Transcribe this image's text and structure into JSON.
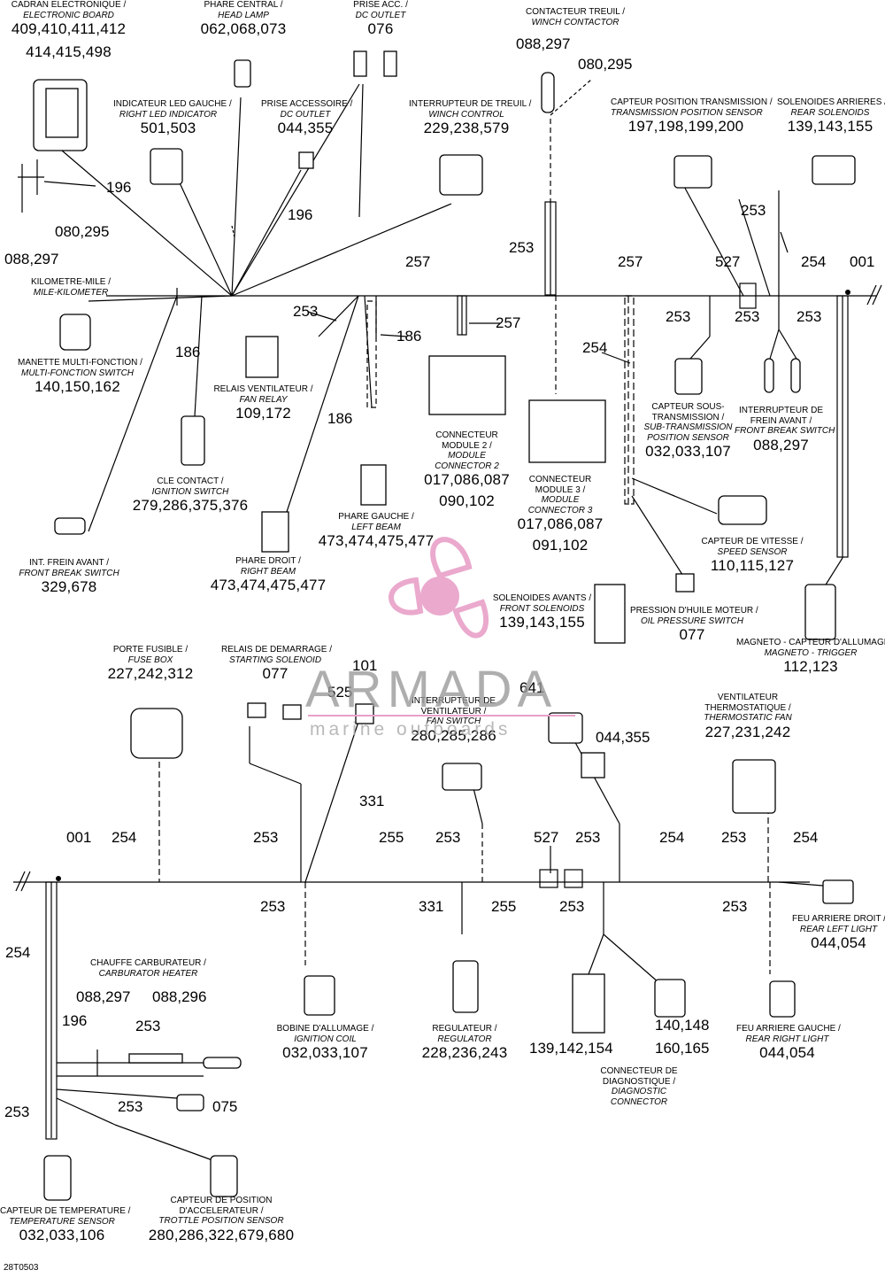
{
  "components": {
    "cadran": {
      "fr": "CADRAN ELECTRONIQUE /",
      "en": "ELECTRONIC BOARD",
      "ref1": "409,410,411,412",
      "ref2": "414,415,498"
    },
    "phare_central": {
      "fr": "PHARE CENTRAL /",
      "en": "HEAD LAMP",
      "ref": "062,068,073"
    },
    "prise_acc_top": {
      "fr": "PRISE ACC. /",
      "en": "DC OUTLET",
      "ref": "076"
    },
    "contacteur_treuil": {
      "fr": "CONTACTEUR TREUIL /",
      "en": "WINCH CONTACTOR",
      "ref1": "088,297",
      "ref2": "080,295"
    },
    "indicateur_led": {
      "fr": "INDICATEUR LED GAUCHE /",
      "en": "RIGHT LED INDICATOR",
      "ref": "501,503"
    },
    "prise_accessoire": {
      "fr": "PRISE ACCESSOIRE /",
      "en": "DC OUTLET",
      "ref": "044,355"
    },
    "interrupteur_treuil": {
      "fr": "INTERRUPTEUR DE TREUIL /",
      "en": "WINCH CONTROL",
      "ref": "229,238,579"
    },
    "capteur_transmission": {
      "fr": "CAPTEUR POSITION TRANSMISSION /",
      "en": "TRANSMISSION POSITION SENSOR",
      "ref": "197,198,199,200"
    },
    "solenoides_arrieres": {
      "fr": "SOLENOIDES ARRIERES /",
      "en": "REAR SOLENOIDS",
      "ref": "139,143,155"
    },
    "kilometre": {
      "fr": "KILOMETRE-MILE /",
      "en": "MILE-KILOMETER"
    },
    "manette": {
      "fr": "MANETTE MULTI-FONCTION /",
      "en": "MULTI-FONCTION SWITCH",
      "ref": "140,150,162"
    },
    "relais_ventilateur": {
      "fr": "RELAIS VENTILATEUR /",
      "en": "FAN RELAY",
      "ref": "109,172"
    },
    "connecteur_module2": {
      "fr1": "CONNECTEUR",
      "fr2": "MODULE 2 /",
      "en1": "MODULE",
      "en2": "CONNECTOR 2",
      "ref1": "017,086,087",
      "ref2": "090,102"
    },
    "connecteur_module3": {
      "fr1": "CONNECTEUR",
      "fr2": "MODULE 3 /",
      "en1": "MODULE",
      "en2": "CONNECTOR 3",
      "ref1": "017,086,087",
      "ref2": "091,102"
    },
    "capteur_sous_transmission": {
      "fr1": "CAPTEUR SOUS-",
      "fr2": "TRANSMISSION /",
      "en1": "SUB-TRANSMISSION",
      "en2": "POSITION SENSOR",
      "ref": "032,033,107"
    },
    "interrupteur_frein": {
      "fr1": "INTERRUPTEUR DE",
      "fr2": "FREIN AVANT /",
      "en": "FRONT BREAK SWITCH",
      "ref": "088,297"
    },
    "cle_contact": {
      "fr": "CLE CONTACT /",
      "en": "IGNITION SWITCH",
      "ref": "279,286,375,376"
    },
    "phare_gauche": {
      "fr": "PHARE GAUCHE /",
      "en": "LEFT BEAM",
      "ref": "473,474,475,477"
    },
    "phare_droit": {
      "fr": "PHARE DROIT /",
      "en": "RIGHT BEAM",
      "ref": "473,474,475,477"
    },
    "capteur_vitesse": {
      "fr": "CAPTEUR DE VITESSE /",
      "en": "SPEED SENSOR",
      "ref": "110,115,127"
    },
    "int_frein_avant": {
      "fr": "INT. FREIN AVANT /",
      "en": "FRONT BREAK SWITCH",
      "ref": "329,678"
    },
    "solenoides_avants": {
      "fr": "SOLENOIDES AVANTS /",
      "en": "FRONT SOLENOIDS",
      "ref": "139,143,155"
    },
    "pression_huile": {
      "fr": "PRESSION D'HUILE MOTEUR /",
      "en": "OIL PRESSURE SWITCH",
      "ref": "077"
    },
    "magneto": {
      "fr": "MAGNETO - CAPTEUR D'ALLUMAGE /",
      "en": "MAGNETO - TRIGGER",
      "ref": "112,123"
    },
    "porte_fusible": {
      "fr": "PORTE FUSIBLE /",
      "en": "FUSE BOX",
      "ref": "227,242,312"
    },
    "relais_demarrage": {
      "fr": "RELAIS DE DEMARRAGE /",
      "en": "STARTING SOLENOID",
      "ref": "077"
    },
    "interrupteur_ventilateur": {
      "fr1": "INTERRUPTEUR DE",
      "fr2": "VENTILATEUR /",
      "en": "FAN SWITCH",
      "ref": "280,285,286"
    },
    "ventilateur_thermo": {
      "fr1": "VENTILATEUR",
      "fr2": "THERMOSTATIQUE /",
      "en": "THERMOSTATIC FAN",
      "ref": "227,231,242"
    },
    "feu_arriere_droit": {
      "fr": "FEU ARRIERE DROIT /",
      "en": "REAR LEFT LIGHT",
      "ref": "044,054"
    },
    "chauffe_carburateur": {
      "fr": "CHAUFFE CARBURATEUR /",
      "en": "CARBURATOR HEATER",
      "ref1": "088,297",
      "ref2": "088,296"
    },
    "bobine": {
      "fr": "BOBINE D'ALLUMAGE /",
      "en": "IGNITION COIL",
      "ref": "032,033,107"
    },
    "regulateur": {
      "fr": "REGULATEUR /",
      "en": "REGULATOR",
      "ref": "228,236,243"
    },
    "diag_connector": {
      "fr1": "CONNECTEUR DE",
      "fr2": "DIAGNOSTIQUE /",
      "en1": "DIAGNOSTIC",
      "en2": "CONNECTOR",
      "ref_a": "139,142,154",
      "ref_b1": "140,148",
      "ref_b2": "160,165"
    },
    "feu_arriere_gauche": {
      "fr": "FEU ARRIERE GAUCHE /",
      "en": "REAR RIGHT LIGHT",
      "ref": "044,054"
    },
    "capteur_temperature": {
      "fr": "CAPTEUR DE TEMPERATURE /",
      "en": "TEMPERATURE SENSOR",
      "ref": "032,033,106"
    },
    "capteur_accelerateur": {
      "fr1": "CAPTEUR DE POSITION",
      "fr2": "D'ACCELERATEUR /",
      "en": "TROTTLE POSITION SENSOR",
      "ref": "280,286,322,679,680"
    }
  },
  "wire_refs": {
    "w196_a": "196",
    "w080_295": "080,295",
    "w088_297": "088,297",
    "w196_b": "196",
    "w257_a": "257",
    "w257_b": "257",
    "w257_c": "257",
    "w253_a": "253",
    "w253_b": "253",
    "w253_c": "253",
    "w253_d": "253",
    "w253_e": "253",
    "w254_a": "254",
    "w254_b": "254",
    "w527_a": "527",
    "w001_a": "001",
    "w186_a": "186",
    "w186_b": "186",
    "w186_c": "186",
    "w101": "101",
    "w525": "525",
    "w641": "641",
    "w044_355": "044,355",
    "w331_a": "331",
    "w001_b": "001",
    "w254_c": "254",
    "w253_f": "253",
    "w255_a": "255",
    "w253_g": "253",
    "w527_b": "527",
    "w253_h": "253",
    "w254_d": "254",
    "w253_i": "253",
    "w254_e": "254",
    "w253_j": "253",
    "w331_b": "331",
    "w255_b": "255",
    "w253_k": "253",
    "w253_l": "253",
    "w254_f": "254",
    "w196_c": "196",
    "w253_m": "253",
    "w253_n": "253",
    "w075": "075",
    "w253_o": "253"
  },
  "watermark": {
    "brand": "ARMADA",
    "tagline": "marine outboards",
    "color": "#e8a0c8"
  },
  "drawing_code": "28T0503"
}
